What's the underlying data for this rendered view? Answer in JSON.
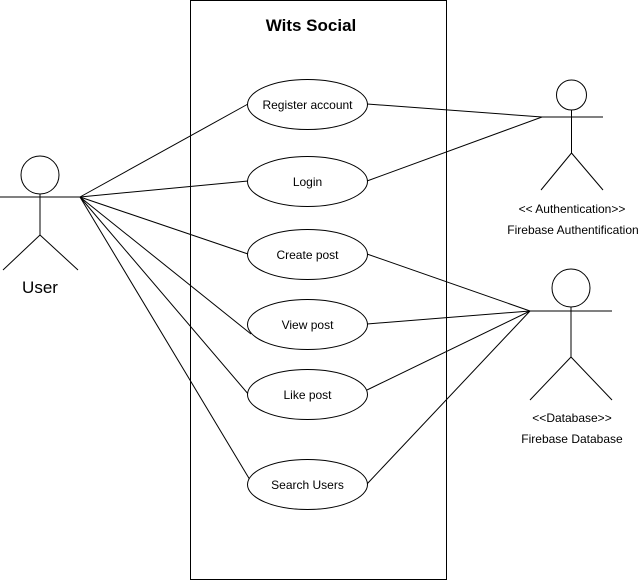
{
  "system": {
    "title": "Wits Social"
  },
  "use_cases": [
    {
      "id": "register",
      "label": "Register account"
    },
    {
      "id": "login",
      "label": "Login"
    },
    {
      "id": "create",
      "label": "Create post"
    },
    {
      "id": "view",
      "label": "View post"
    },
    {
      "id": "like",
      "label": "Like post"
    },
    {
      "id": "search",
      "label": "Search Users"
    }
  ],
  "actors": {
    "user": {
      "name": "User"
    },
    "auth": {
      "stereotype": "<< Authentication>>",
      "name": "Firebase Authentification"
    },
    "db": {
      "stereotype": "<<Database>>",
      "name": "Firebase Database"
    }
  },
  "associations": [
    [
      "user",
      "register"
    ],
    [
      "user",
      "login"
    ],
    [
      "user",
      "create"
    ],
    [
      "user",
      "view"
    ],
    [
      "user",
      "like"
    ],
    [
      "user",
      "search"
    ],
    [
      "auth",
      "register"
    ],
    [
      "auth",
      "login"
    ],
    [
      "db",
      "create"
    ],
    [
      "db",
      "view"
    ],
    [
      "db",
      "like"
    ],
    [
      "db",
      "search"
    ]
  ]
}
